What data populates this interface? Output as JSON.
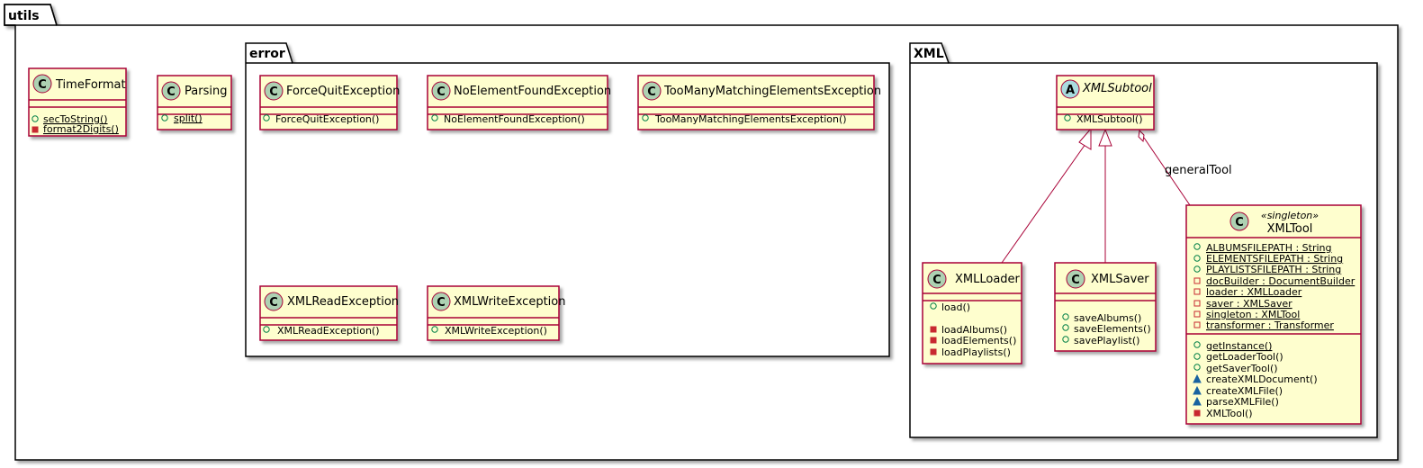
{
  "packages": {
    "utils": "utils",
    "error": "error",
    "xml": "XML"
  },
  "badges": {
    "class": "C",
    "abstract": "A"
  },
  "classes": {
    "timeformat": {
      "name": "TimeFormat",
      "members": [
        "secToString()",
        "format2Digits()"
      ]
    },
    "parsing": {
      "name": "Parsing",
      "members": [
        "split()"
      ]
    },
    "forcequit": {
      "name": "ForceQuitException",
      "members": [
        "ForceQuitException()"
      ]
    },
    "noelement": {
      "name": "NoElementFoundException",
      "members": [
        "NoElementFoundException()"
      ]
    },
    "toomany": {
      "name": "TooManyMatchingElementsException",
      "members": [
        "TooManyMatchingElementsException()"
      ]
    },
    "xmlread": {
      "name": "XMLReadException",
      "members": [
        "XMLReadException()"
      ]
    },
    "xmlwrite": {
      "name": "XMLWriteException",
      "members": [
        "XMLWriteException()"
      ]
    },
    "xmlsubtool": {
      "name": "XMLSubtool",
      "members": [
        "XMLSubtool()"
      ]
    },
    "xmlloader": {
      "name": "XMLLoader",
      "members": [
        "load()",
        "loadAlbums()",
        "loadElements()",
        "loadPlaylists()"
      ]
    },
    "xmlsaver": {
      "name": "XMLSaver",
      "members": [
        "saveAlbums()",
        "saveElements()",
        "savePlaylist()"
      ]
    },
    "xmltool": {
      "name": "XMLTool",
      "stereotype": "«singleton»",
      "fields": [
        "ALBUMSFILEPATH : String",
        "ELEMENTSFILEPATH : String",
        "PLAYLISTSFILEPATH : String",
        "docBuilder : DocumentBuilder",
        "loader : XMLLoader",
        "saver : XMLSaver",
        "singleton : XMLTool",
        "transformer : Transformer"
      ],
      "methods": [
        "getInstance()",
        "getLoaderTool()",
        "getSaverTool()",
        "createXMLDocument()",
        "createXMLFile()",
        "parseXMLFile()",
        "XMLTool()"
      ]
    }
  },
  "relations": {
    "general_tool_label": "generalTool"
  },
  "colors": {
    "class_fill": "#FEFECE",
    "class_border": "#A80036",
    "class_badge": "#ADD1B2",
    "abstract_badge": "#A9DCDF",
    "public": "#84BE84",
    "private": "#C82930",
    "package": "#1963A0",
    "line": "#A80036"
  }
}
